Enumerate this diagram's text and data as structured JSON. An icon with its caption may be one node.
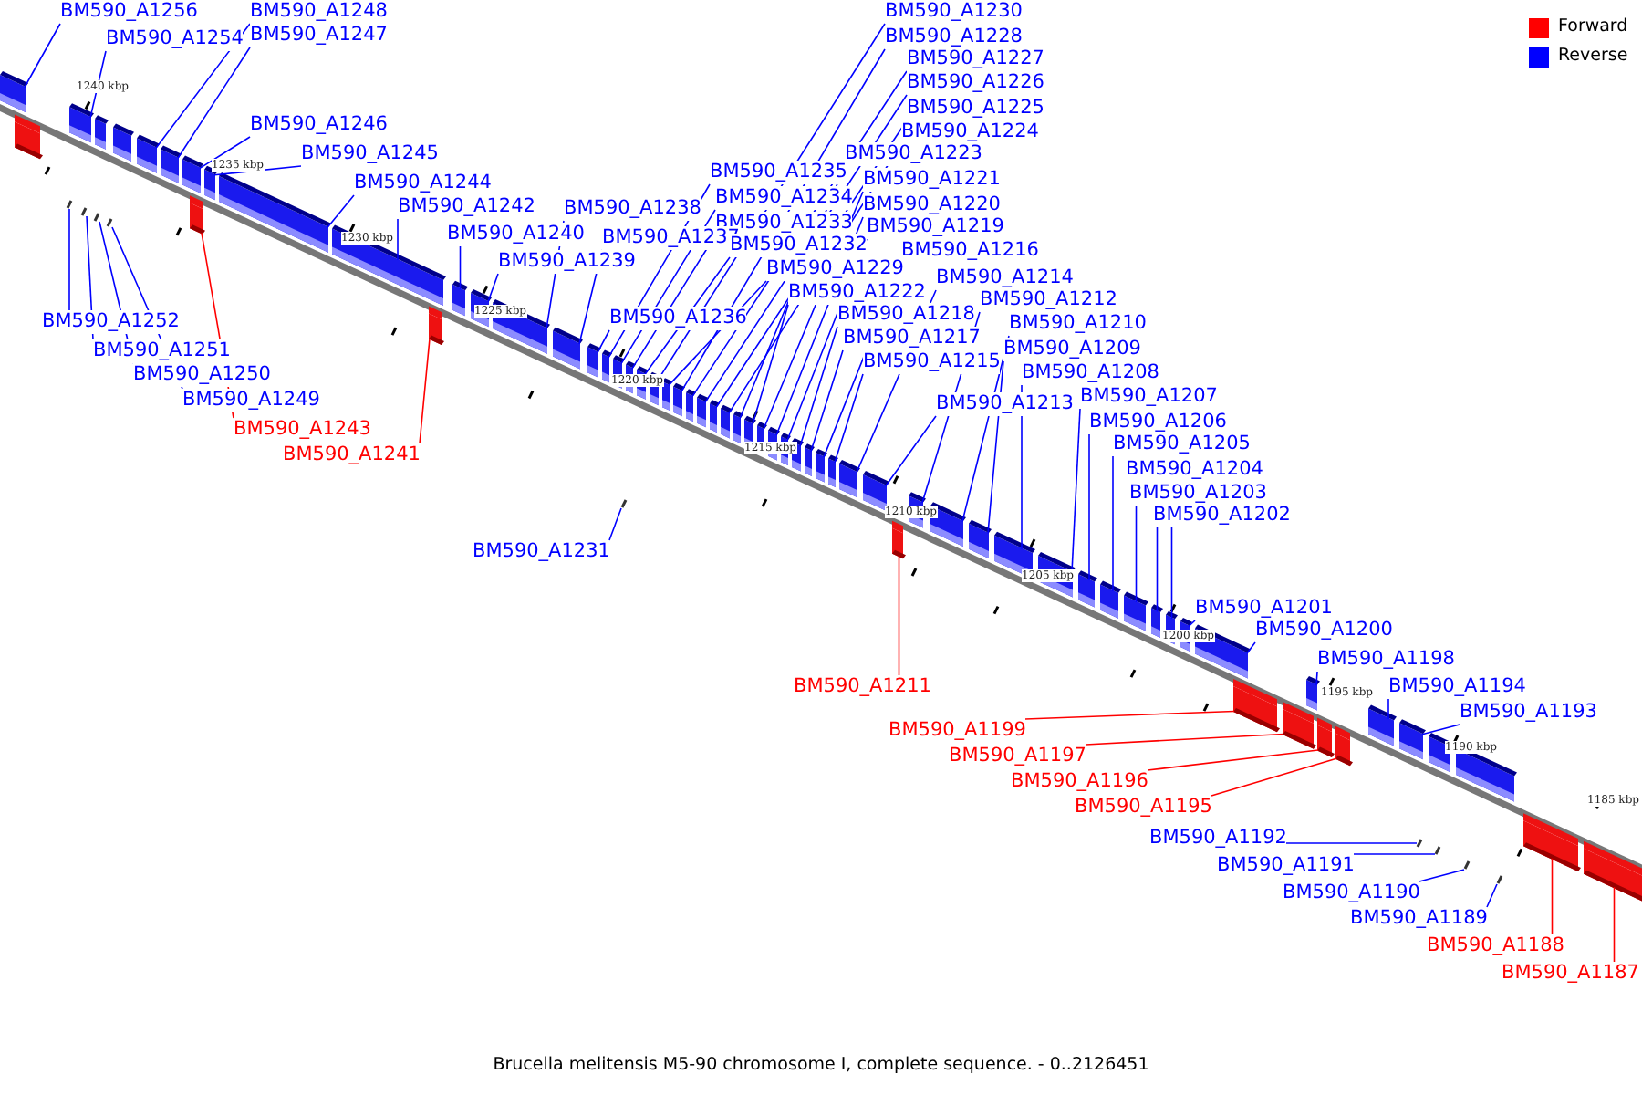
{
  "diagram": {
    "caption": "Brucella melitensis M5-90 chromosome I, complete sequence. - 0..2126451",
    "nodes": [
      {
        "text": [
          "BM590_A1256"
        ]
      },
      {
        "text": [
          "BM590_A1254"
        ]
      },
      {
        "text": [
          "BM590_A1248"
        ]
      },
      {
        "text": [
          "BM590_A1247"
        ]
      },
      {
        "text": [
          "BM590_A1246"
        ]
      },
      {
        "text": [
          "BM590_A1245"
        ]
      },
      {
        "text": [
          "BM590_A1244"
        ]
      },
      {
        "text": [
          "BM590_A1230"
        ]
      },
      {
        "text": [
          "BM590_A1228"
        ]
      },
      {
        "text": [
          "BM590_A1227"
        ]
      },
      {
        "text": [
          "BM590_A1226"
        ]
      },
      {
        "text": [
          "BM590_A1225"
        ]
      },
      {
        "text": [
          "BM590_A1224"
        ]
      },
      {
        "text": [
          "BM590_A1223"
        ]
      },
      {
        "text": [
          "BM590_A1235"
        ]
      },
      {
        "text": [
          "BM590_A1221"
        ]
      },
      {
        "text": [
          "BM590_A1234"
        ]
      },
      {
        "text": [
          "BM590_A1220"
        ]
      },
      {
        "text": [
          "BM590_A1242"
        ]
      },
      {
        "text": [
          "BM590_A1238"
        ]
      },
      {
        "text": [
          "BM590_A1233"
        ]
      },
      {
        "text": [
          "BM590_A1219"
        ]
      },
      {
        "text": [
          "BM590_A1240"
        ]
      },
      {
        "text": [
          "BM590_A1237"
        ]
      },
      {
        "text": [
          "BM590_A1232"
        ]
      },
      {
        "text": [
          "BM590_A1216"
        ]
      },
      {
        "text": [
          "BM590_A1239"
        ]
      },
      {
        "text": [
          "BM590_A1229"
        ]
      },
      {
        "text": [
          "BM590_A1214"
        ]
      },
      {
        "text": [
          "BM590_A1222"
        ]
      },
      {
        "text": [
          "BM590_A1212"
        ]
      },
      {
        "text": [
          "BM590_A1218"
        ]
      },
      {
        "text": [
          "BM590_A1236"
        ]
      },
      {
        "text": [
          "BM590_A1252"
        ]
      },
      {
        "text": [
          "BM590_A1210"
        ]
      },
      {
        "text": [
          "BM590_A1217"
        ]
      },
      {
        "text": [
          "BM590_A1209"
        ]
      },
      {
        "text": [
          "BM590_A1251"
        ]
      },
      {
        "text": [
          "BM590_A1215"
        ]
      },
      {
        "text": [
          "BM590_A1208"
        ]
      },
      {
        "text": [
          "BM590_A1250"
        ]
      },
      {
        "text": [
          "BM590_A1249"
        ]
      },
      {
        "text": [
          "BM590_A1213"
        ]
      },
      {
        "text": [
          "BM590_A1207"
        ]
      },
      {
        "text": [
          "BM590_A1243"
        ]
      },
      {
        "text": [
          "BM590_A1206"
        ]
      },
      {
        "text": [
          "BM590_A1205"
        ]
      },
      {
        "text": [
          "BM590_A1241"
        ]
      },
      {
        "text": [
          "BM590_A1204"
        ]
      },
      {
        "text": [
          "BM590_A1203"
        ]
      },
      {
        "text": [
          "BM590_A1202"
        ]
      },
      {
        "text": [
          "BM590_A1231"
        ]
      },
      {
        "text": [
          "BM590_A1201"
        ]
      },
      {
        "text": [
          "BM590_A1200"
        ]
      },
      {
        "text": [
          "BM590_A1211"
        ]
      },
      {
        "text": [
          "BM590_A1198"
        ]
      },
      {
        "text": [
          "BM590_A1194"
        ]
      },
      {
        "text": [
          "BM590_A1193"
        ]
      },
      {
        "text": [
          "BM590_A1199"
        ]
      },
      {
        "text": [
          "BM590_A1197"
        ]
      },
      {
        "text": [
          "BM590_A1196"
        ]
      },
      {
        "text": [
          "BM590_A1195"
        ]
      },
      {
        "text": [
          "BM590_A1192"
        ]
      },
      {
        "text": [
          "BM590_A1191"
        ]
      },
      {
        "text": [
          "BM590_A1190"
        ]
      },
      {
        "text": [
          "BM590_A1189"
        ]
      },
      {
        "text": [
          "BM590_A1188"
        ]
      },
      {
        "text": [
          "BM590_A1187"
        ]
      },
      {
        "text": [],
        "shape": "box"
      },
      {
        "text": [],
        "shape": "box"
      },
      {
        "text": [],
        "shape": "box"
      },
      {
        "text": [],
        "shape": "box"
      },
      {
        "text": [],
        "shape": "bar"
      },
      {
        "text": [],
        "shape": "bar"
      },
      {
        "text": [],
        "shape": "bar"
      },
      {
        "text": [],
        "shape": "bar"
      },
      {
        "text": [],
        "shape": "box"
      },
      {
        "text": [],
        "shape": "box"
      },
      {
        "text": [],
        "shape": "box"
      },
      {
        "text": [],
        "shape": "box"
      },
      {
        "text": [],
        "shape": "box"
      },
      {
        "text": [],
        "shape": "box"
      },
      {
        "text": [],
        "shape": "box"
      },
      {
        "text": [],
        "shape": "box"
      },
      {
        "text": [],
        "shape": "box"
      },
      {
        "text": [],
        "shape": "box"
      },
      {
        "text": [],
        "shape": "box"
      },
      {
        "text": [],
        "shape": "box"
      },
      {
        "text": [],
        "shape": "box"
      },
      {
        "text": [],
        "shape": "box"
      },
      {
        "text": [],
        "shape": "box"
      },
      {
        "text": [],
        "shape": "box"
      },
      {
        "text": [],
        "shape": "box"
      },
      {
        "text": [],
        "shape": "box"
      },
      {
        "text": [],
        "shape": "bar"
      },
      {
        "text": [],
        "shape": "box"
      },
      {
        "text": [],
        "shape": "box"
      },
      {
        "text": [],
        "shape": "box"
      },
      {
        "text": [],
        "shape": "box"
      },
      {
        "text": [],
        "shape": "box"
      },
      {
        "text": [],
        "shape": "box"
      },
      {
        "text": [],
        "shape": "box"
      },
      {
        "text": [],
        "shape": "box"
      },
      {
        "text": [],
        "shape": "box"
      },
      {
        "text": [],
        "shape": "box"
      },
      {
        "text": [],
        "shape": "box"
      },
      {
        "text": [],
        "shape": "box"
      },
      {
        "text": [],
        "shape": "box"
      },
      {
        "text": [],
        "shape": "box"
      },
      {
        "text": [],
        "shape": "box"
      },
      {
        "text": [],
        "shape": "box"
      },
      {
        "text": [],
        "shape": "box"
      },
      {
        "text": [],
        "shape": "box"
      },
      {
        "text": [],
        "shape": "box"
      },
      {
        "text": [],
        "shape": "box"
      },
      {
        "text": [],
        "shape": "box"
      },
      {
        "text": [],
        "shape": "box"
      },
      {
        "text": [],
        "shape": "box"
      },
      {
        "text": [],
        "shape": "box"
      },
      {
        "text": [],
        "shape": "box"
      },
      {
        "text": [],
        "shape": "box"
      },
      {
        "text": [],
        "shape": "box"
      },
      {
        "text": [],
        "shape": "box"
      },
      {
        "text": [],
        "shape": "box"
      },
      {
        "text": [],
        "shape": "box"
      },
      {
        "text": [],
        "shape": "box"
      },
      {
        "text": [],
        "shape": "box"
      },
      {
        "text": [],
        "shape": "box"
      },
      {
        "text": [],
        "shape": "box"
      },
      {
        "text": [],
        "shape": "box"
      },
      {
        "text": [],
        "shape": "box"
      },
      {
        "text": [],
        "shape": "box"
      },
      {
        "text": [],
        "shape": "box"
      },
      {
        "text": [],
        "shape": "bar"
      },
      {
        "text": [],
        "shape": "bar"
      },
      {
        "text": [],
        "shape": "box"
      },
      {
        "text": [],
        "shape": "bar"
      },
      {
        "text": [],
        "shape": "box"
      },
      {
        "text": [],
        "shape": "bar"
      },
      {
        "text": [],
        "shape": "box"
      },
      {
        "text": [],
        "shape": "box"
      }
    ],
    "edges": [
      {
        "from": 0,
        "to": 68,
        "arrow": "none"
      },
      {
        "from": 1,
        "to": 70,
        "arrow": "none"
      },
      {
        "from": 2,
        "to": 77,
        "arrow": "none"
      },
      {
        "from": 3,
        "to": 78,
        "arrow": "none"
      },
      {
        "from": 4,
        "to": 79,
        "arrow": "none"
      },
      {
        "from": 5,
        "to": 80,
        "arrow": "none"
      },
      {
        "from": 6,
        "to": 82,
        "arrow": "none"
      },
      {
        "from": 7,
        "to": 95,
        "arrow": "none"
      },
      {
        "from": 8,
        "to": 97,
        "arrow": "none"
      },
      {
        "from": 9,
        "to": 98,
        "arrow": "none"
      },
      {
        "from": 10,
        "to": 99,
        "arrow": "none"
      },
      {
        "from": 11,
        "to": 100,
        "arrow": "none"
      },
      {
        "from": 12,
        "to": 101,
        "arrow": "none"
      },
      {
        "from": 13,
        "to": 102,
        "arrow": "none"
      },
      {
        "from": 14,
        "to": 90,
        "arrow": "none"
      },
      {
        "from": 15,
        "to": 104,
        "arrow": "none"
      },
      {
        "from": 16,
        "to": 91,
        "arrow": "none"
      },
      {
        "from": 17,
        "to": 105,
        "arrow": "none"
      },
      {
        "from": 18,
        "to": 83,
        "arrow": "none"
      },
      {
        "from": 19,
        "to": 87,
        "arrow": "none"
      },
      {
        "from": 20,
        "to": 92,
        "arrow": "none"
      },
      {
        "from": 21,
        "to": 106,
        "arrow": "none"
      },
      {
        "from": 22,
        "to": 85,
        "arrow": "none"
      },
      {
        "from": 23,
        "to": 88,
        "arrow": "none"
      },
      {
        "from": 24,
        "to": 93,
        "arrow": "none"
      },
      {
        "from": 25,
        "to": 109,
        "arrow": "none"
      },
      {
        "from": 26,
        "to": 86,
        "arrow": "none"
      },
      {
        "from": 27,
        "to": 96,
        "arrow": "none"
      },
      {
        "from": 28,
        "to": 111,
        "arrow": "none"
      },
      {
        "from": 29,
        "to": 103,
        "arrow": "none"
      },
      {
        "from": 30,
        "to": 114,
        "arrow": "none"
      },
      {
        "from": 31,
        "to": 107,
        "arrow": "none"
      },
      {
        "from": 32,
        "to": 89,
        "arrow": "none"
      },
      {
        "from": 33,
        "to": 72,
        "arrow": "none"
      },
      {
        "from": 34,
        "to": 115,
        "arrow": "none"
      },
      {
        "from": 35,
        "to": 108,
        "arrow": "none"
      },
      {
        "from": 36,
        "to": 116,
        "arrow": "none"
      },
      {
        "from": 37,
        "to": 73,
        "arrow": "none"
      },
      {
        "from": 38,
        "to": 110,
        "arrow": "none"
      },
      {
        "from": 39,
        "to": 117,
        "arrow": "none"
      },
      {
        "from": 40,
        "to": 74,
        "arrow": "none"
      },
      {
        "from": 41,
        "to": 75,
        "arrow": "none"
      },
      {
        "from": 42,
        "to": 112,
        "arrow": "none"
      },
      {
        "from": 43,
        "to": 118,
        "arrow": "none"
      },
      {
        "from": 44,
        "to": 81,
        "arrow": "none",
        "color": "#ff0000"
      },
      {
        "from": 45,
        "to": 119,
        "arrow": "none"
      },
      {
        "from": 46,
        "to": 120,
        "arrow": "none"
      },
      {
        "from": 47,
        "to": 84,
        "arrow": "none",
        "color": "#ff0000"
      },
      {
        "from": 48,
        "to": 121,
        "arrow": "none"
      },
      {
        "from": 49,
        "to": 122,
        "arrow": "none"
      },
      {
        "from": 50,
        "to": 123,
        "arrow": "none"
      },
      {
        "from": 51,
        "to": 94,
        "arrow": "none"
      },
      {
        "from": 52,
        "to": 124,
        "arrow": "none"
      },
      {
        "from": 53,
        "to": 125,
        "arrow": "none"
      },
      {
        "from": 54,
        "to": 113,
        "arrow": "none",
        "color": "#ff0000"
      },
      {
        "from": 55,
        "to": 128,
        "arrow": "none"
      },
      {
        "from": 56,
        "to": 131,
        "arrow": "none"
      },
      {
        "from": 57,
        "to": 132,
        "arrow": "none"
      },
      {
        "from": 58,
        "to": 126,
        "arrow": "none",
        "color": "#ff0000"
      },
      {
        "from": 59,
        "to": 127,
        "arrow": "none",
        "color": "#ff0000"
      },
      {
        "from": 60,
        "to": 129,
        "arrow": "none",
        "color": "#ff0000"
      },
      {
        "from": 61,
        "to": 130,
        "arrow": "none",
        "color": "#ff0000"
      },
      {
        "from": 62,
        "to": 133,
        "arrow": "none"
      },
      {
        "from": 63,
        "to": 134,
        "arrow": "none"
      },
      {
        "from": 64,
        "to": 136,
        "arrow": "none"
      },
      {
        "from": 65,
        "to": 138,
        "arrow": "none"
      },
      {
        "from": 66,
        "to": 139,
        "arrow": "none",
        "color": "#ff0000"
      },
      {
        "from": 67,
        "to": 140,
        "arrow": "none",
        "color": "#ff0000"
      }
    ],
    "labels": [
      "1240 kbp",
      "1235 kbp",
      "1230 kbp",
      "1225 kbp",
      "1220 kbp",
      "1215 kbp",
      "1210 kbp",
      "1205 kbp",
      "1200 kbp",
      "1195 kbp",
      "1190 kbp",
      "1185 kbp"
    ],
    "legend": [
      {
        "text": "Forward",
        "color": "#ff0000"
      },
      {
        "text": "Reverse",
        "color": "#0000ff"
      }
    ]
  }
}
